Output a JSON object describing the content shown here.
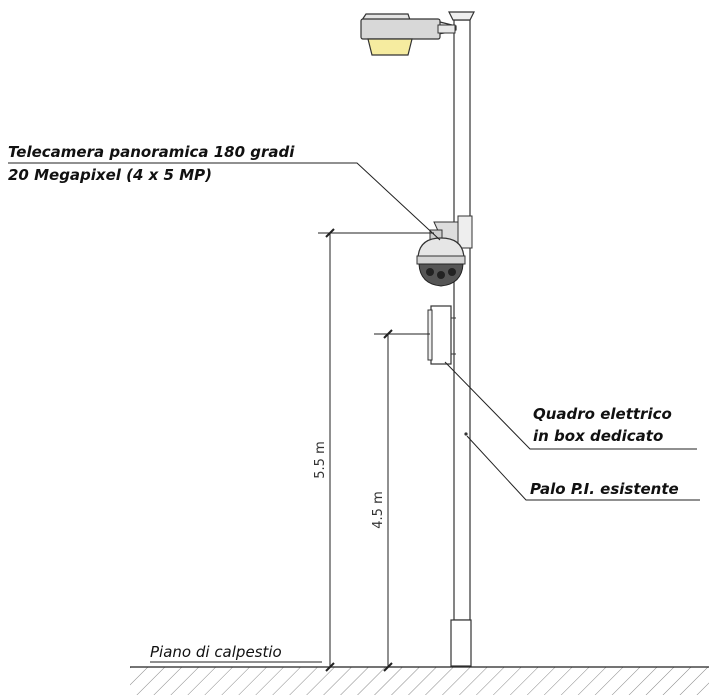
{
  "labels": {
    "camera_line1": "Telecamera panoramica 180 gradi",
    "camera_line2": "20 Megapixel (4 x 5 MP)",
    "box_line1": "Quadro elettrico",
    "box_line2": "in box dedicato",
    "pole": "Palo P.I. esistente",
    "ground": "Piano di calpestio"
  },
  "dimensions": {
    "camera_height": "5.5 m",
    "box_height": "4.5 m"
  },
  "colors": {
    "lamp_glass": "#f6eca0",
    "lamp_housing": "#d8d8d8",
    "lines": "#222222",
    "hatch": "#888888"
  }
}
